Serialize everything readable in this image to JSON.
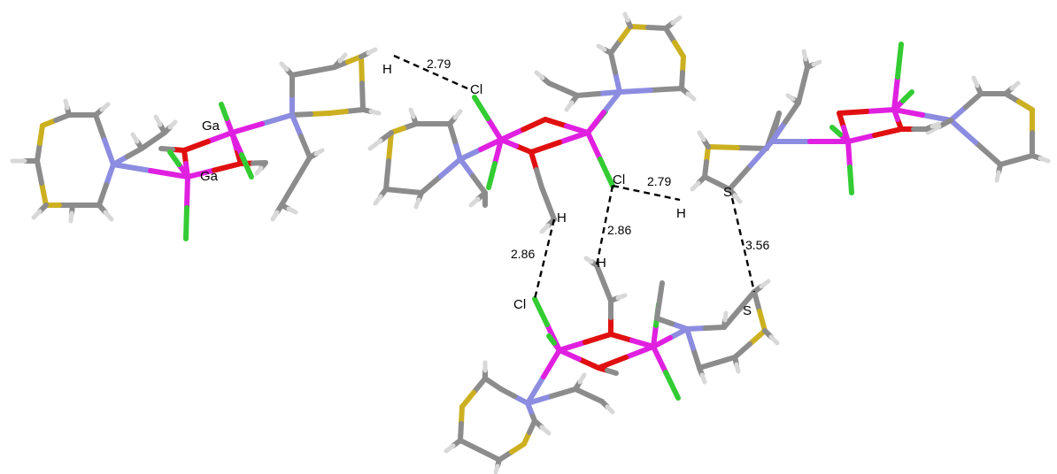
{
  "colors": {
    "carbon": "#8c8c8c",
    "hydrogen": "#d8d8d8",
    "gallium": "#e020e0",
    "chlorine": "#33cc33",
    "oxygen": "#e01010",
    "nitrogen": "#8c8ce0",
    "sulfur": "#ccb020",
    "contact": "#000000"
  },
  "atom_labels": {
    "ga_top": "Ga",
    "ga_bottom": "Ga",
    "h_top": "H",
    "cl_top": "Cl",
    "cl_center": "Cl",
    "h_center_right": "H",
    "s_right": "S",
    "h_center_left": "H",
    "h_center_mid": "H",
    "cl_bottom": "Cl",
    "s_bottom": "S"
  },
  "contacts": {
    "d1": "2.79",
    "d2": "2.79",
    "d3": "2.86",
    "d4": "2.86",
    "d5": "3.56"
  }
}
